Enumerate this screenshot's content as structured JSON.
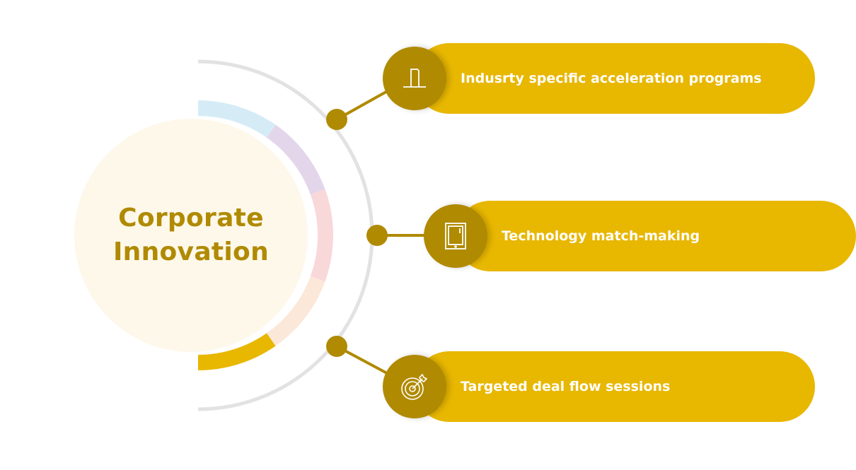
{
  "diagram": {
    "title_line1": "Corporate",
    "title_line2": "Innovation",
    "items": [
      {
        "label": "Indusrty specific acceleration programs",
        "icon": "building-tower-icon"
      },
      {
        "label": "Technology match-making",
        "icon": "tablet-icon"
      },
      {
        "label": "Targeted deal flow sessions",
        "icon": "target-arrow-icon"
      }
    ],
    "colors": {
      "accent": "#e8b700",
      "accent_dark": "#b08a00",
      "hub_fill": "#fdf8ea",
      "outer_arc": "#e2e2e4",
      "arc_segments": [
        "#d5ecf7",
        "#e3d6ea",
        "#f9d8da",
        "#fbe8d9",
        "#e8b700"
      ]
    }
  }
}
